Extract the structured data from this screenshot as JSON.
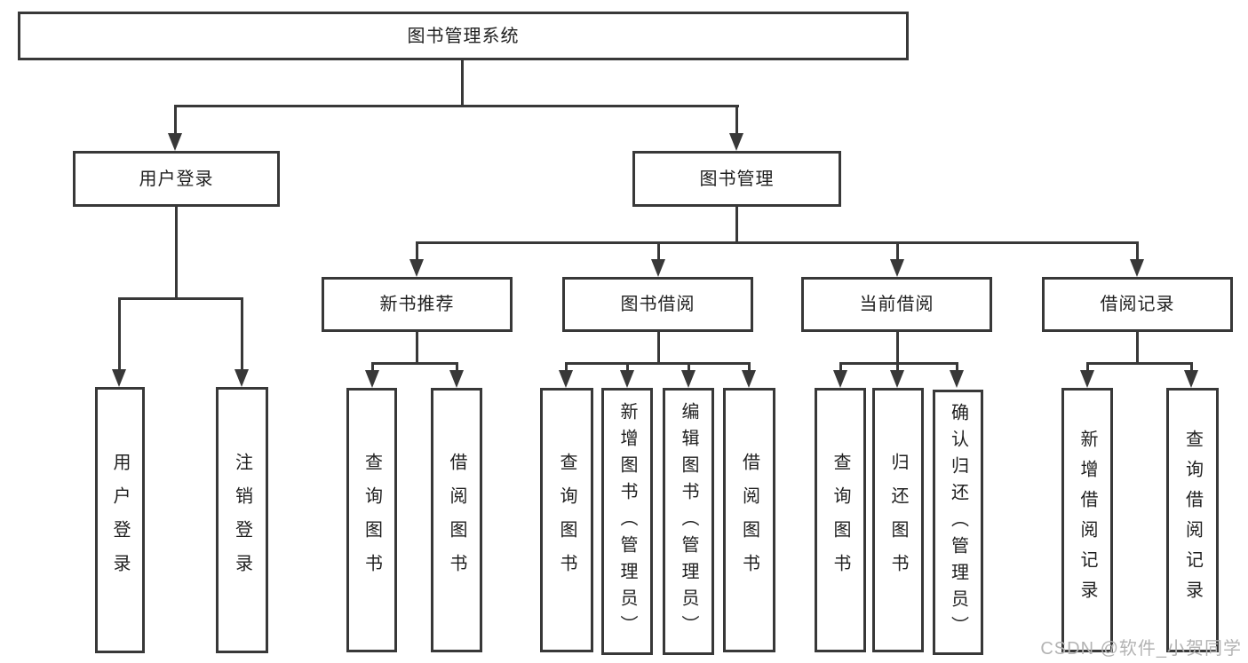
{
  "title": "图书管理系统",
  "watermark": "CSDN @软件_小贺同学",
  "colors": {
    "line": "#383838",
    "text": "#1f1f1f",
    "watermark": "#b3b3b3",
    "background": "#ffffff"
  },
  "root": {
    "label": "图书管理系统"
  },
  "branches": {
    "user_login": {
      "label": "用户登录",
      "children": [
        {
          "label": "用户登录"
        },
        {
          "label": "注销登录"
        }
      ]
    },
    "book_management": {
      "label": "图书管理",
      "children": [
        {
          "label": "新书推荐",
          "children": [
            {
              "label": "查询图书"
            },
            {
              "label": "借阅图书"
            }
          ]
        },
        {
          "label": "图书借阅",
          "children": [
            {
              "label": "查询图书"
            },
            {
              "label": "新增图书（管理员）"
            },
            {
              "label": "编辑图书（管理员）"
            },
            {
              "label": "借阅图书"
            }
          ]
        },
        {
          "label": "当前借阅",
          "children": [
            {
              "label": "查询图书"
            },
            {
              "label": "归还图书"
            },
            {
              "label": "确认归还（管理员）"
            }
          ]
        },
        {
          "label": "借阅记录",
          "children": [
            {
              "label": "新增借阅记录"
            },
            {
              "label": "查询借阅记录"
            }
          ]
        }
      ]
    }
  }
}
